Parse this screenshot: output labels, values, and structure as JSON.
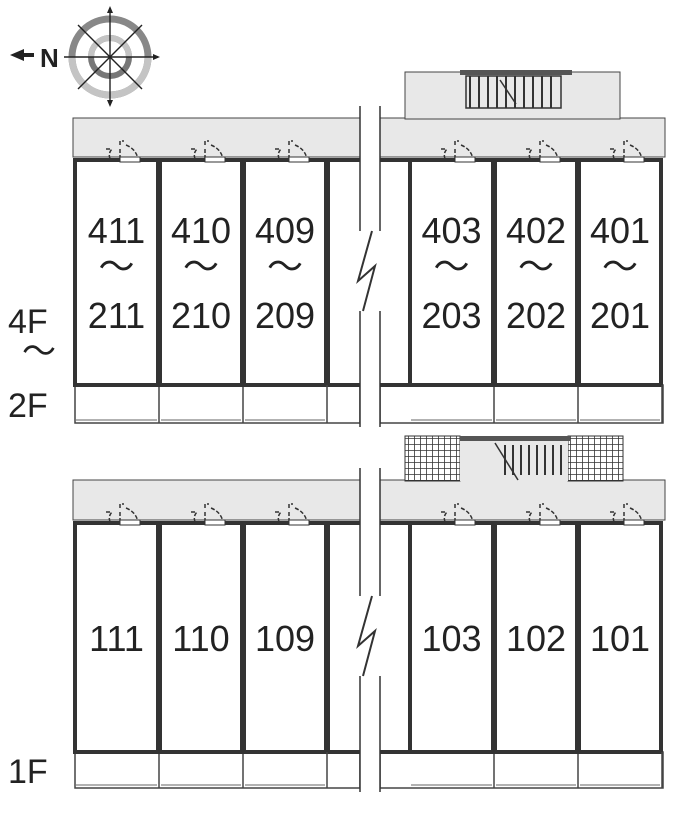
{
  "compass": {
    "north_label": "N"
  },
  "upper_block": {
    "floor_labels": [
      "4F",
      "～",
      "2F"
    ],
    "units": [
      {
        "top": "411",
        "sep": "～",
        "bottom": "211"
      },
      {
        "top": "410",
        "sep": "～",
        "bottom": "210"
      },
      {
        "top": "409",
        "sep": "～",
        "bottom": "209"
      },
      {
        "top": "403",
        "sep": "～",
        "bottom": "203"
      },
      {
        "top": "402",
        "sep": "～",
        "bottom": "202"
      },
      {
        "top": "401",
        "sep": "～",
        "bottom": "201"
      }
    ]
  },
  "lower_block": {
    "floor_label": "1F",
    "units": [
      "111",
      "110",
      "109",
      "103",
      "102",
      "101"
    ]
  },
  "colors": {
    "corridor": "#e8e8e8",
    "wall": "#333333",
    "compass_dark": "#777777",
    "compass_light": "#bbbbbb"
  }
}
